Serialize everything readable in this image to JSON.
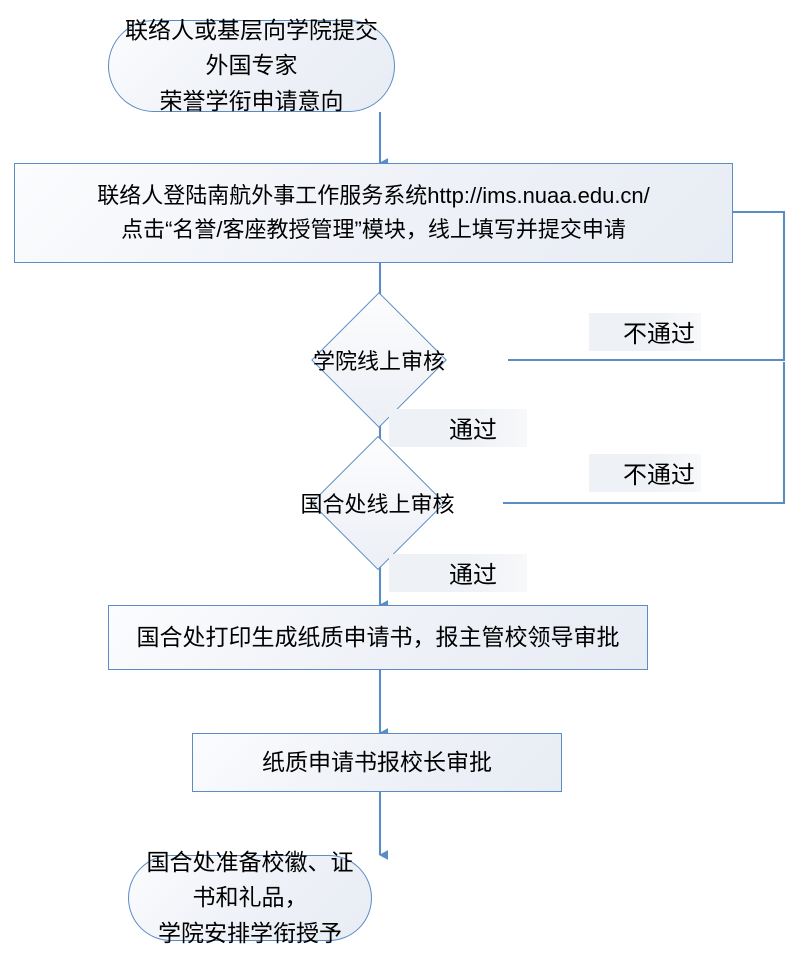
{
  "diagram": {
    "title": "外国专家荣誉学衔申请流程图",
    "colors": {
      "border": "#5b8cc4",
      "fill_light": "#fbfcfe",
      "fill_dark": "#e8ecf4",
      "line": "#5b8cc4",
      "label_plate": "#eef1f5",
      "text": "#000000",
      "background": "#ffffff"
    },
    "nodes": [
      {
        "id": "start",
        "shape": "terminator",
        "text": "联络人或基层向学院提交外国专家\n荣誉学衔申请意向"
      },
      {
        "id": "submit",
        "shape": "process",
        "text": "联络人登陆南航外事工作服务系统http://ims.nuaa.edu.cn/\n点击“名誉/客座教授管理”模块，线上填写并提交申请"
      },
      {
        "id": "college-review",
        "shape": "decision",
        "text": "学院线上审核"
      },
      {
        "id": "office-review",
        "shape": "decision",
        "text": "国合处线上审核"
      },
      {
        "id": "print-paper",
        "shape": "process",
        "text": "国合处打印生成纸质申请书，报主管校领导审批"
      },
      {
        "id": "president-approval",
        "shape": "process",
        "text": "纸质申请书报校长审批"
      },
      {
        "id": "end",
        "shape": "terminator",
        "text": "国合处准备校徽、证书和礼品，\n学院安排学衔授予"
      }
    ],
    "edge_labels": [
      {
        "id": "college-reject",
        "text": "不通过"
      },
      {
        "id": "college-pass",
        "text": "通过"
      },
      {
        "id": "office-reject",
        "text": "不通过"
      },
      {
        "id": "office-pass",
        "text": "通过"
      }
    ],
    "edges": [
      {
        "from": "start",
        "to": "submit",
        "label": ""
      },
      {
        "from": "submit",
        "to": "college-review",
        "label": ""
      },
      {
        "from": "college-review",
        "to": "office-review",
        "label": "通过"
      },
      {
        "from": "college-review",
        "to": "submit",
        "label": "不通过"
      },
      {
        "from": "office-review",
        "to": "print-paper",
        "label": "通过"
      },
      {
        "from": "office-review",
        "to": "submit",
        "label": "不通过"
      },
      {
        "from": "print-paper",
        "to": "president-approval",
        "label": ""
      },
      {
        "from": "president-approval",
        "to": "end",
        "label": ""
      }
    ]
  }
}
